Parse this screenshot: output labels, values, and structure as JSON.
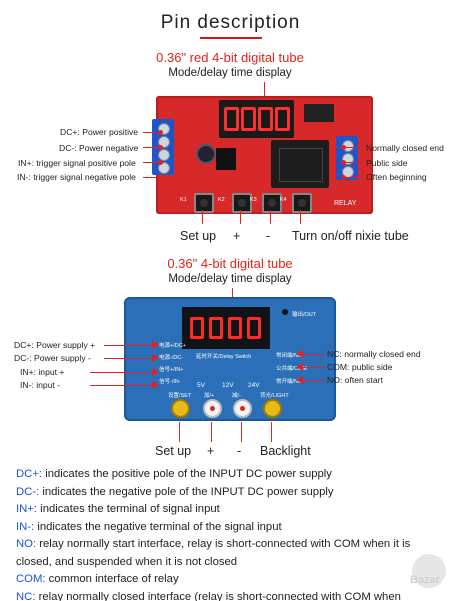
{
  "page": {
    "title": "Pin description"
  },
  "top": {
    "display_caption": "0.36\" red 4-bit digital tube",
    "display_subcaption": "Mode/delay time display",
    "left_labels": [
      "DC+: Power positive",
      "DC-: Power negative",
      "IN+: trigger signal positive pole",
      "IN-: trigger signal negative pole"
    ],
    "right_labels": [
      "Normally closed end",
      "Public side",
      "Often beginning"
    ],
    "relay_text": "RELAY",
    "key_marks": [
      "K1",
      "K2",
      "K3",
      "K4"
    ],
    "buttons": [
      "Set up",
      "+",
      "-",
      "Turn on/off nixie tube"
    ]
  },
  "bottom": {
    "display_caption": "0.36\" 4-bit digital tube",
    "display_subcaption": "Mode/delay time display",
    "left_labels": [
      "DC+: Power supply +",
      "DC-: Power supply -",
      "IN+: input +",
      "IN-: input -"
    ],
    "right_labels": [
      "NC: normally closed end",
      "COM: public side",
      "NO: often start"
    ],
    "panel_left_marks": [
      "电源+/DC+",
      "电源-/DC-",
      "信号+/IN+",
      "信号-/IN-"
    ],
    "panel_right_marks": [
      "常闭端/NC",
      "公共端/COM",
      "常开端/NO"
    ],
    "panel_switch": "延时开关/Delay Switch",
    "panel_out": "输出/OUT",
    "voltages": [
      "5V",
      "12V",
      "24V"
    ],
    "panel_btn_marks": [
      "设置/SET",
      "加/+",
      "减/-",
      "背光/LIGHT"
    ],
    "buttons": [
      "Set up",
      "+",
      "-",
      "Backlight"
    ]
  },
  "legend": [
    {
      "key": "DC+:",
      "text": " indicates the positive pole of the INPUT DC power supply"
    },
    {
      "key": "DC-:",
      "text": " indicates the negative pole of the INPUT DC power supply"
    },
    {
      "key": "IN+:",
      "text": " indicates the terminal of signal input"
    },
    {
      "key": "IN-:",
      "text": " indicates the negative terminal of the signal input"
    },
    {
      "key": "NO:",
      "text": " relay normally start interface, relay is short-connected with COM when it is"
    },
    {
      "key": "",
      "text": "closed, and suspended when it is not closed"
    },
    {
      "key": "COM:",
      "text": " common interface of relay"
    },
    {
      "key": "NC:",
      "text": " relay normally closed interface (relay is short-connected with COM when"
    }
  ],
  "watermark": "Bazar",
  "colors": {
    "accent_red": "#e3221a",
    "legend_key_blue": "#1a55d6",
    "board_red": "#d8292a",
    "board_blue": "#2a6fb7"
  }
}
